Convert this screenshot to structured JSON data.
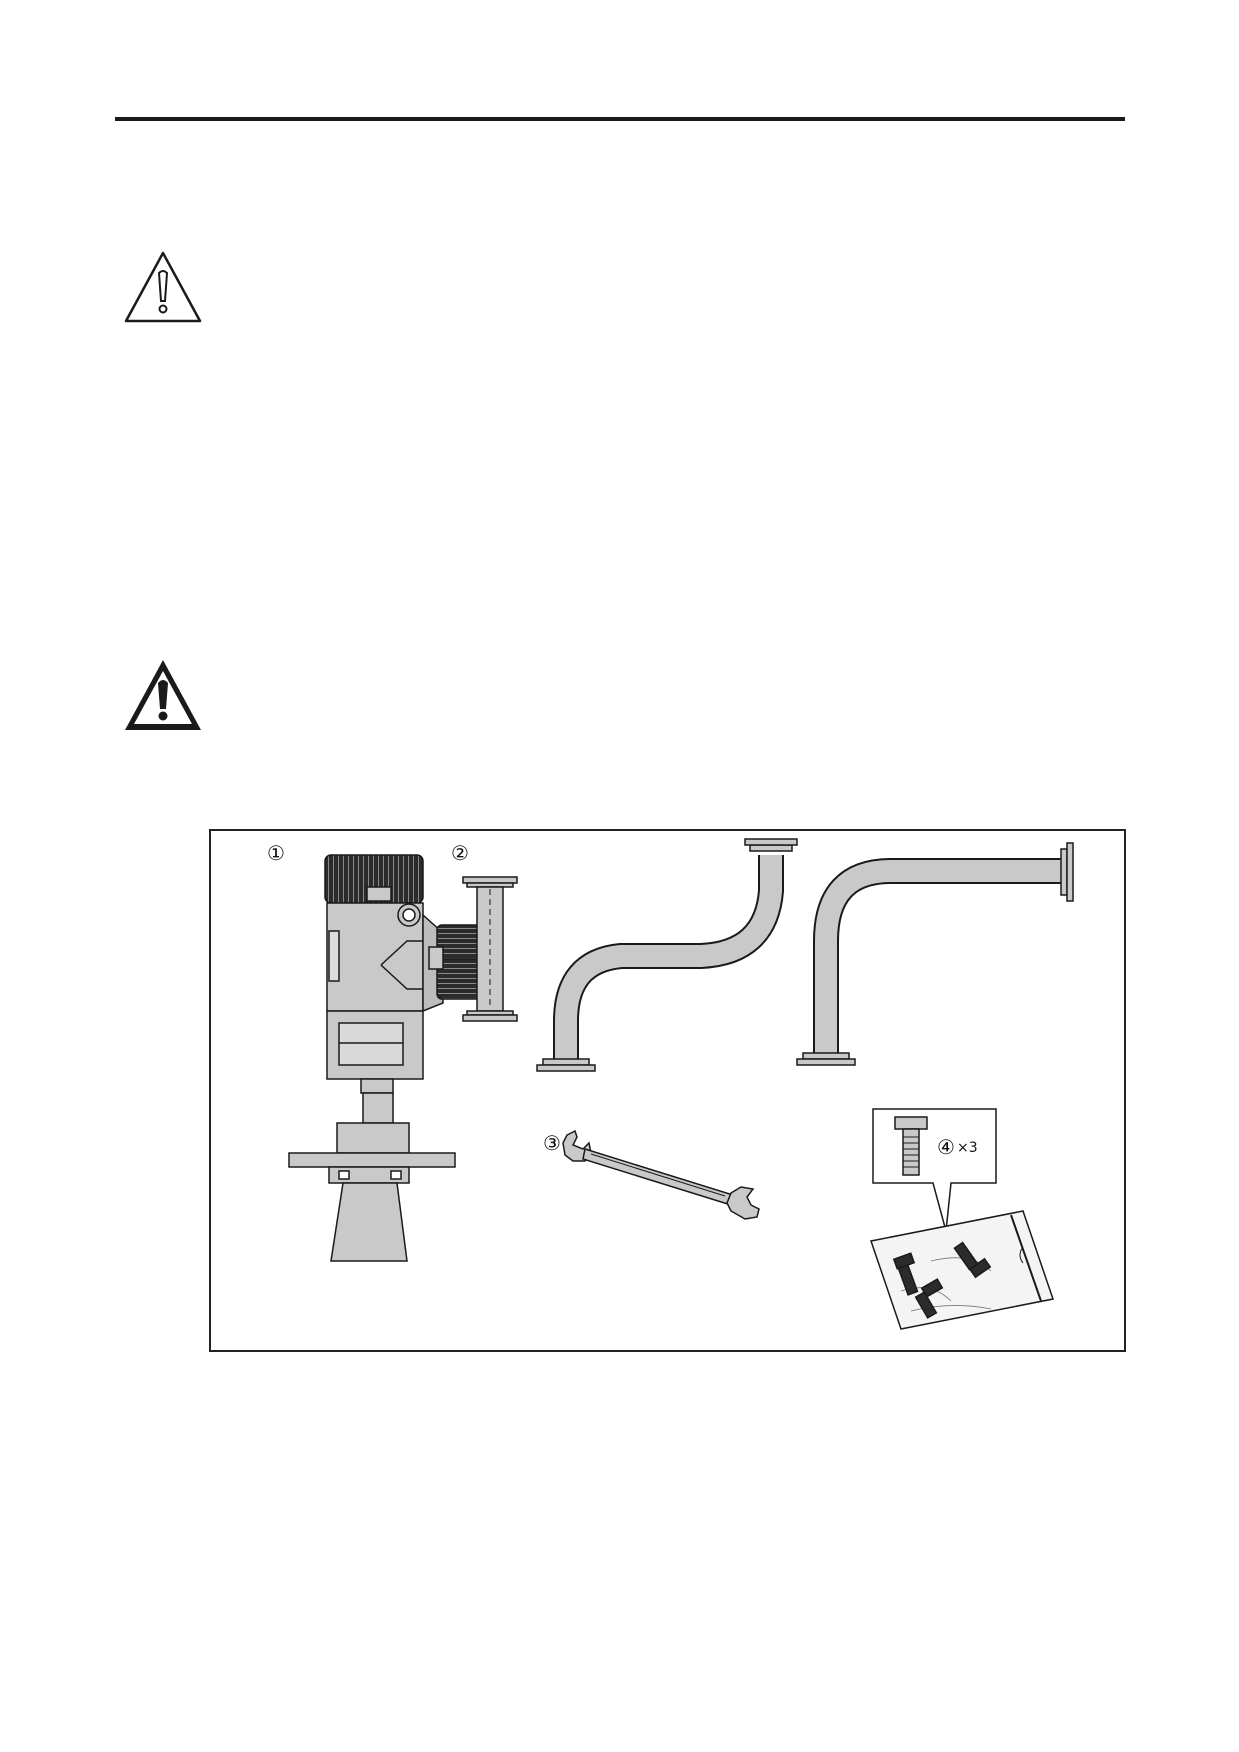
{
  "figure": {
    "callouts": [
      {
        "id": "1",
        "label": "①"
      },
      {
        "id": "2",
        "label": "②"
      },
      {
        "id": "3",
        "label": "③"
      },
      {
        "id": "4",
        "label": "④"
      }
    ],
    "bolt_quantity": "×3"
  },
  "icons": {
    "caution": "warning-triangle-outline-icon",
    "warning": "warning-triangle-bold-icon"
  },
  "colors": {
    "line": "#1a1a1a",
    "fill": "#c9c9c9",
    "dark": "#2b2b2b"
  }
}
